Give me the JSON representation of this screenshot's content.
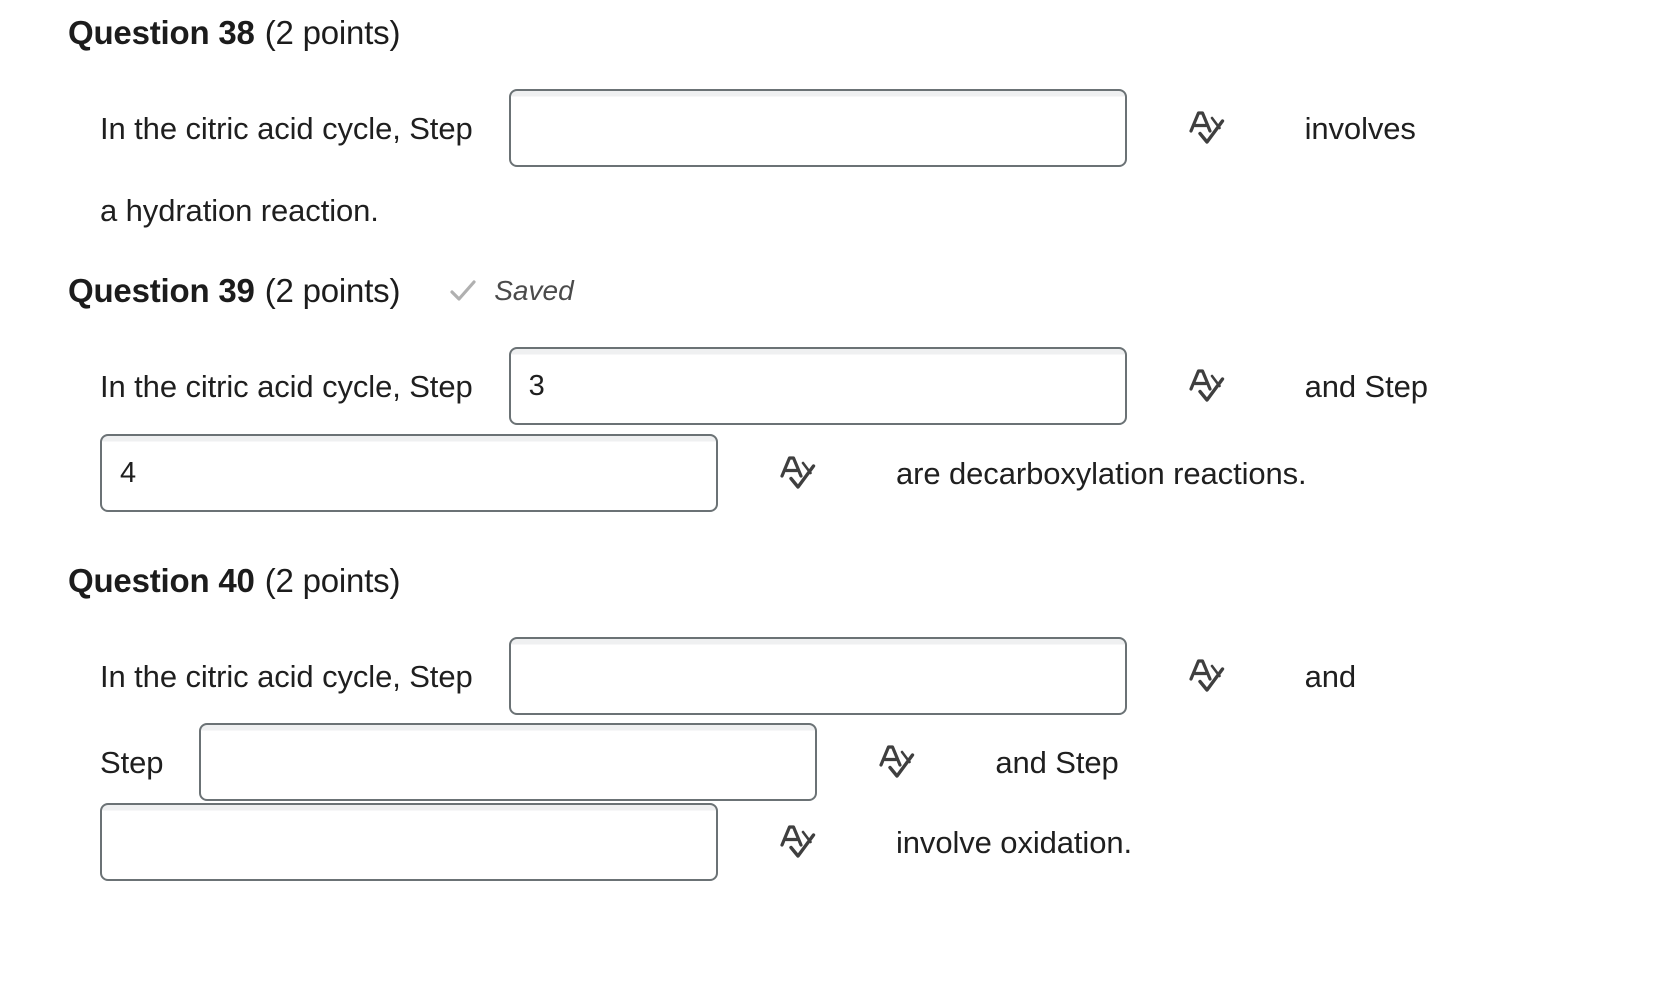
{
  "colors": {
    "text": "#1f1f1f",
    "heading": "#1c1c1c",
    "input_border": "#6b7275",
    "saved_check": "#b0b0b0",
    "saved_text": "#4b4b4b",
    "icon": "#3f3f3f"
  },
  "icons": {
    "spellcheck": "spellcheck-icon",
    "saved_check": "check-icon"
  },
  "questions": [
    {
      "id": "q38",
      "title": "Question 38",
      "points": "(2 points)",
      "saved": false,
      "saved_label": "",
      "lines": [
        {
          "parts": [
            {
              "type": "text",
              "value": "In the citric acid cycle, Step"
            },
            {
              "type": "input",
              "value": "",
              "placeholder": "",
              "width": "w-wide"
            },
            {
              "type": "icon",
              "value": "spellcheck-icon"
            },
            {
              "type": "text",
              "value": "involves"
            }
          ]
        },
        {
          "parts": [
            {
              "type": "text",
              "value": "a hydration reaction."
            }
          ]
        }
      ]
    },
    {
      "id": "q39",
      "title": "Question 39",
      "points": "(2 points)",
      "saved": true,
      "saved_label": "Saved",
      "lines": [
        {
          "parts": [
            {
              "type": "text",
              "value": "In the citric acid cycle, Step"
            },
            {
              "type": "input",
              "value": "3",
              "placeholder": "",
              "width": "w-wide"
            },
            {
              "type": "icon",
              "value": "spellcheck-icon"
            },
            {
              "type": "text",
              "value": "and Step"
            }
          ]
        },
        {
          "parts": [
            {
              "type": "input",
              "value": "4",
              "placeholder": "",
              "width": "w-mid"
            },
            {
              "type": "icon",
              "value": "spellcheck-icon"
            },
            {
              "type": "text",
              "value": "are decarboxylation reactions."
            }
          ]
        }
      ]
    },
    {
      "id": "q40",
      "title": "Question 40",
      "points": "(2 points)",
      "saved": false,
      "saved_label": "",
      "lines": [
        {
          "parts": [
            {
              "type": "text",
              "value": "In the citric acid cycle, Step"
            },
            {
              "type": "input",
              "value": "",
              "placeholder": "",
              "width": "w-wide"
            },
            {
              "type": "icon",
              "value": "spellcheck-icon"
            },
            {
              "type": "text",
              "value": "and"
            }
          ]
        },
        {
          "parts": [
            {
              "type": "text",
              "value": "Step"
            },
            {
              "type": "input",
              "value": "",
              "placeholder": "",
              "width": "w-mid"
            },
            {
              "type": "icon",
              "value": "spellcheck-icon"
            },
            {
              "type": "text",
              "value": "and Step"
            }
          ]
        },
        {
          "parts": [
            {
              "type": "input",
              "value": "",
              "placeholder": "",
              "width": "w-narrow"
            },
            {
              "type": "icon",
              "value": "spellcheck-icon"
            },
            {
              "type": "text",
              "value": "involve oxidation."
            }
          ]
        }
      ]
    }
  ]
}
